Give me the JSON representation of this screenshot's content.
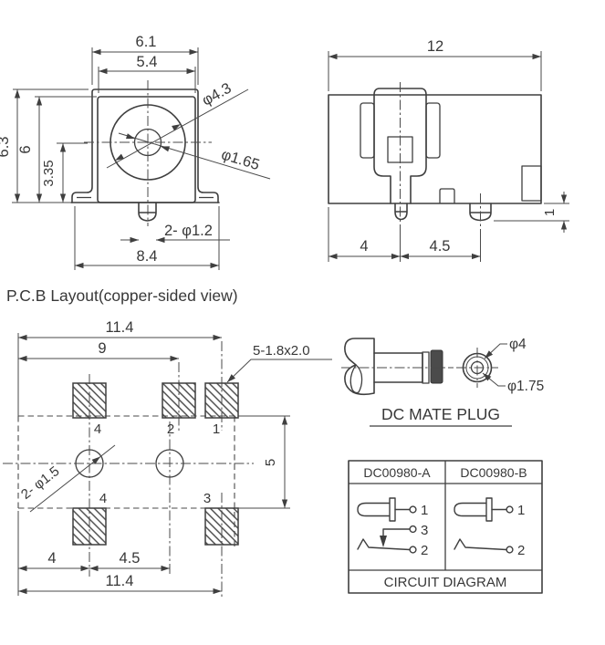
{
  "front_view": {
    "width_outer": "6.1",
    "width_inner": "5.4",
    "height_outer": "6.3",
    "height_inner": "6",
    "center_height": "3.35",
    "bore_dia": "φ4.3",
    "pin_hole_dia": "φ1.65",
    "legs_note": "2- φ1.2",
    "flange_width": "8.4"
  },
  "side_view": {
    "width": "12",
    "pin_protrusion": "1",
    "pin1_offset": "4",
    "pin_pitch": "4.5"
  },
  "pcb": {
    "title": "P.C.B Layout(copper-sided view)",
    "overall_top": "11.4",
    "pad2_offset": "9",
    "pad_note": "5-1.8x2.0",
    "hole_note": "2- φ1.5",
    "row_pitch": "5",
    "hole1_offset": "4",
    "hole_pitch": "4.5",
    "overall_bottom": "11.4",
    "pad_top_4": "4",
    "pad_top_2": "2",
    "pad_top_1": "1",
    "pad_bottom_4": "4",
    "pad_bottom_3": "3"
  },
  "plug": {
    "title": "DC MATE PLUG",
    "barrel_dia": "φ4",
    "pin_dia": "φ1.75"
  },
  "circuit": {
    "header_a": "DC00980-A",
    "header_b": "DC00980-B",
    "footer": "CIRCUIT DIAGRAM",
    "a_pin1": "1",
    "a_pin3": "3",
    "a_pin2": "2",
    "b_pin1": "1",
    "b_pin2": "2"
  }
}
